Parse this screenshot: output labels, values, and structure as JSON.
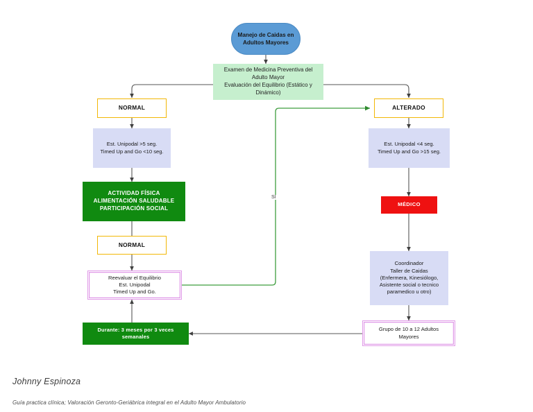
{
  "diagram": {
    "title": "Manejo de Caidas en Adultos Mayores",
    "nodes": {
      "start": "Manejo de Caidas en\nAdultos Mayores",
      "exam": "Examen de Medicina Preventiva del\nAdulto Mayor\nEvaluación del Equilibrio (Estático y\nDinámico)",
      "normal_top": "NORMAL",
      "altered": "ALTERADO",
      "criteria_normal": "Est. Unipodal  >5 seg.\nTimed Up and Go  <10 seg.",
      "criteria_altered": "Est. Unipodal  <4 seg.\nTimed Up and Go  >15 seg.",
      "activity": "ACTIVIDAD FÍSICA\nALIMENTACIÓN SALUDABLE\nPARTICIPACIÓN SOCIAL",
      "medico": "MÉDICO",
      "normal_bottom": "NORMAL",
      "coordinator": "Coordinador\nTaller de Caidas\n(Enfermera, Kinesiólogo,\nAsistente social o tecnico\nparamedico u otro)",
      "reevaluate": "Reevaluar el Equilibrio\nEst. Unipodal\nTimed Up and Go.",
      "duration": "Durante: 3 meses por 3 veces\nsemanales",
      "group": "Grupo de 10 a 12 Adultos\nMayores"
    },
    "edge_labels": {
      "si": "SI"
    },
    "colors": {
      "start_fill": "#5b9bd5",
      "exam_fill": "#c6efce",
      "yellow_border": "#f2b705",
      "lavender_fill": "#d8dcf5",
      "green_fill": "#108a10",
      "red_fill": "#ef1111",
      "pink_border": "#e09ae8",
      "feedback_line": "#3f9d3f",
      "connector": "#555555"
    }
  },
  "footer": {
    "author": "Johnny Espinoza",
    "subtitle": "Guía practica clínica; Valoración Geronto-Geriábrica integral en el Adulto Mayor Ambulatorio"
  }
}
